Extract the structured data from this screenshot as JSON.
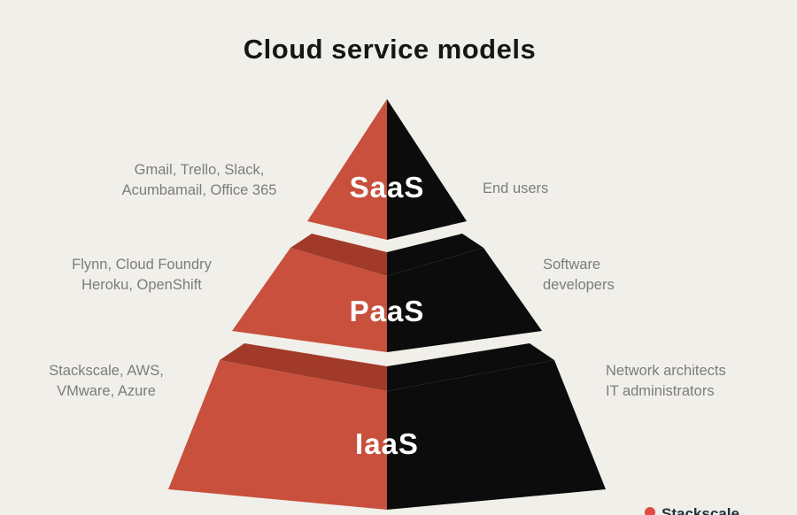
{
  "title": "Cloud service models",
  "colors": {
    "background": "#f1efe9",
    "red": "#c8503c",
    "dark_red": "#a23a29",
    "black": "#0d0c0c",
    "label_gray": "#7c7c7c",
    "tier_label_white": "#ffffff",
    "watermark_red": "#e14b41",
    "watermark_dark": "#22303f"
  },
  "tiers": [
    {
      "name": "SaaS",
      "examples": "Gmail, Trello, Slack,\nAcumbamail, Office 365",
      "audience": "End users"
    },
    {
      "name": "PaaS",
      "examples": "Flynn, Cloud Foundry\nHeroku, OpenShift",
      "audience": "Software\ndevelopers"
    },
    {
      "name": "IaaS",
      "examples": "Stackscale, AWS,\nVMware, Azure",
      "audience": "Network architects\nIT administrators"
    }
  ],
  "watermark": {
    "text": "Stackscale"
  }
}
